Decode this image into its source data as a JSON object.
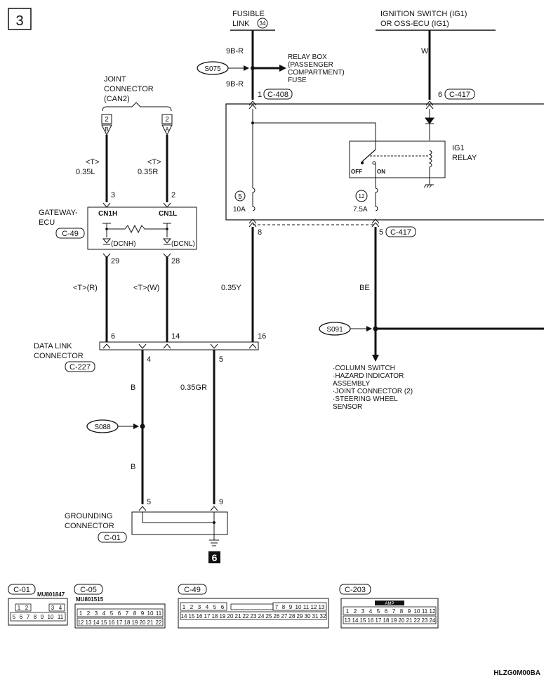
{
  "page_number": "3",
  "power_sources": {
    "fusible_link": {
      "line1": "FUSIBLE",
      "line2": "LINK",
      "number": "34"
    },
    "ignition": {
      "line1": "IGNITION SWITCH (IG1)",
      "line2": "OR OSS-ECU (IG1)"
    }
  },
  "relay_box": {
    "line1": "RELAY BOX",
    "line2": "(PASSENGER",
    "line3": "COMPARTMENT)",
    "line4": "FUSE"
  },
  "joint_connector": {
    "line1": "JOINT",
    "line2": "CONNECTOR",
    "line3": "(CAN2)",
    "pin_left": "2",
    "pin_left_letter": "B",
    "pin_right": "2",
    "pin_right_letter": "A"
  },
  "gateway_ecu": {
    "line1": "GATEWAY-",
    "line2": "ECU",
    "connector": "C-49",
    "cn_left": "CN1H",
    "cn_right": "CN1L",
    "dc_left": "(DCNH)",
    "dc_right": "(DCNL)"
  },
  "ig1_relay": {
    "line1": "IG1",
    "line2": "RELAY",
    "off": "OFF",
    "on": "ON"
  },
  "fuses": {
    "f5_num": "5",
    "f5_rating": "10A",
    "f12_num": "12",
    "f12_rating": "7.5A"
  },
  "data_link_connector": {
    "line1": "DATA LINK",
    "line2": "CONNECTOR",
    "connector": "C-227"
  },
  "grounding_connector": {
    "line1": "GROUNDING",
    "line2": "CONNECTOR",
    "connector": "C-01"
  },
  "ground_point": "6",
  "splices": {
    "s075": "S075",
    "s088": "S088",
    "s091": "S091"
  },
  "pins": {
    "p1": "1",
    "p6": "6",
    "p3": "3",
    "p2": "2",
    "p8": "8",
    "p5": "5",
    "p29": "29",
    "p28": "28",
    "p6b": "6",
    "p14": "14",
    "p16": "16",
    "p4": "4",
    "p5b": "5",
    "p5c": "5",
    "p9": "9"
  },
  "connector_refs": {
    "c408": "C-408",
    "c417a": "C-417",
    "c417b": "C-417"
  },
  "wires": {
    "w9br_top": "9B-R",
    "w9br_bottom": "9B-R",
    "w_ign": "W",
    "w_t_left": "<T>",
    "w_t_right": "<T>",
    "w035l": "0.35L",
    "w035r": "0.35R",
    "w_tr": "<T>(R)",
    "w_tw": "<T>(W)",
    "w035y": "0.35Y",
    "w_be": "BE",
    "w_b_top": "B",
    "w_b_bottom": "B",
    "w035gr": "0.35GR"
  },
  "destinations": [
    "·COLUMN SWITCH",
    "·HAZARD INDICATOR",
    " ASSEMBLY",
    "·JOINT CONNECTOR (2)",
    "·STEERING WHEEL",
    " SENSOR"
  ],
  "connector_diagrams": {
    "c01": {
      "label": "C-01",
      "part": "MU801847",
      "row1": [
        "1",
        "2",
        "3",
        "4"
      ],
      "row2": [
        "5",
        "6",
        "7",
        "8",
        "9",
        "10",
        "11"
      ]
    },
    "c05": {
      "label": "C-05",
      "part": "MU801515",
      "row1": [
        "1",
        "2",
        "3",
        "4",
        "5",
        "6",
        "7",
        "8",
        "9",
        "10",
        "11"
      ],
      "row2": [
        "12",
        "13",
        "14",
        "15",
        "16",
        "17",
        "18",
        "19",
        "20",
        "21",
        "22"
      ]
    },
    "c49": {
      "label": "C-49",
      "row1a": [
        "1",
        "2",
        "3",
        "4",
        "5",
        "6"
      ],
      "row1b": [
        "7",
        "8",
        "9",
        "10",
        "11",
        "12",
        "13"
      ],
      "row2": [
        "14",
        "15",
        "16",
        "17",
        "18",
        "19",
        "20",
        "21",
        "22",
        "23",
        "24",
        "25",
        "26",
        "27",
        "28",
        "29",
        "30",
        "31",
        "32"
      ]
    },
    "c203": {
      "label": "C-203",
      "tag": "AMP",
      "row1": [
        "1",
        "2",
        "3",
        "4",
        "5",
        "6",
        "7",
        "8",
        "9",
        "10",
        "11",
        "12"
      ],
      "row2": [
        "13",
        "14",
        "15",
        "16",
        "17",
        "18",
        "19",
        "20",
        "21",
        "22",
        "23",
        "24"
      ]
    }
  },
  "figure_code": "HLZG0M00BA"
}
